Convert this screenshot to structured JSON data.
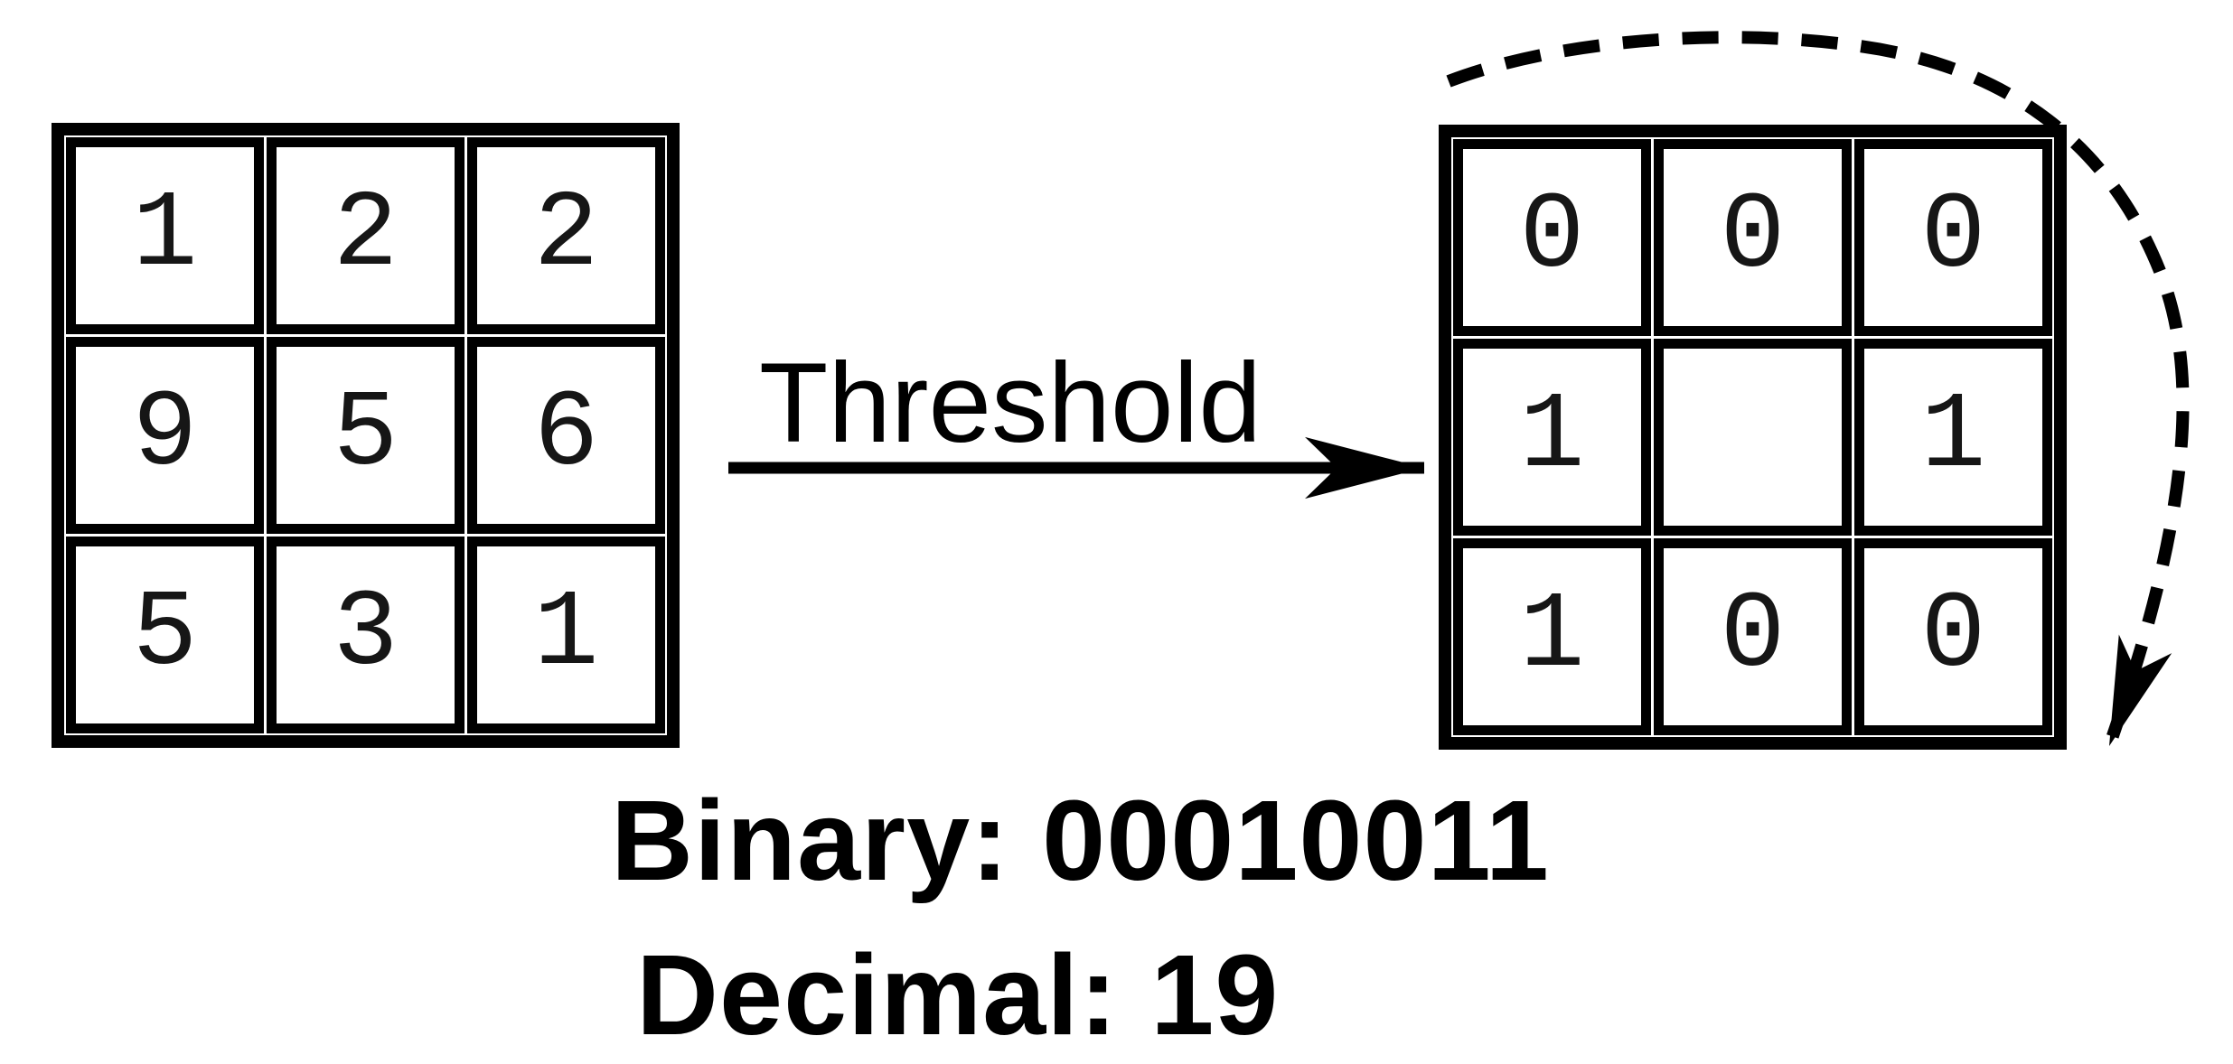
{
  "canvas": {
    "background": "#ffffff",
    "ink": "#000000",
    "digit_color": "#161616"
  },
  "input_grid": {
    "rows": [
      [
        "1",
        "2",
        "2"
      ],
      [
        "9",
        "5",
        "6"
      ],
      [
        "5",
        "3",
        "1"
      ]
    ]
  },
  "output_grid": {
    "rows": [
      [
        "0",
        "0",
        "0"
      ],
      [
        "1",
        "",
        "1"
      ],
      [
        "1",
        "0",
        "0"
      ]
    ]
  },
  "threshold": {
    "label": "Threshold"
  },
  "icons": {
    "threshold_arrow": "right-arrow",
    "rotation_arrow": "dashed-clockwise-arc-arrow"
  },
  "results": {
    "binary_text": "Binary: 00010011",
    "decimal_text": "Decimal: 19",
    "binary_value": "00010011",
    "decimal_value": "19"
  }
}
